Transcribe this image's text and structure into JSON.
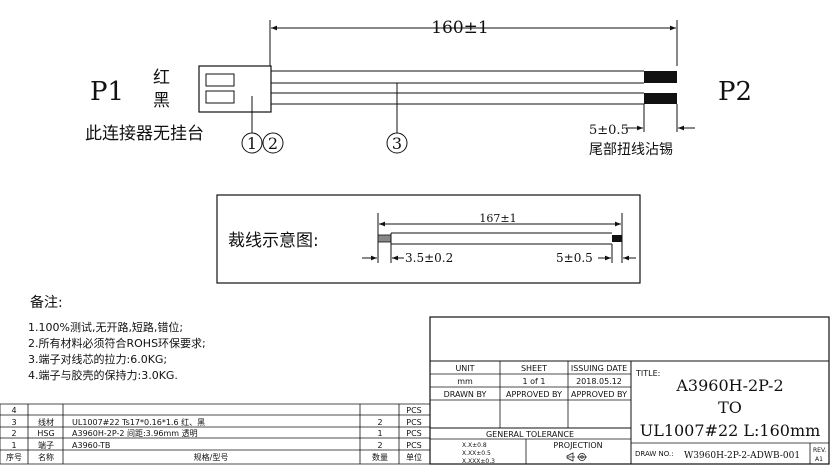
{
  "wire_drawing": {
    "overall_length": "160±1",
    "end_left": "P1",
    "end_right": "P2",
    "color_red": "红",
    "color_black": "黑",
    "connector_note": "此连接器无挂台",
    "balloon_1": "1",
    "balloon_2": "2",
    "balloon_3": "3",
    "strip_length": "5±0.5",
    "strip_note": "尾部扭线沾锡"
  },
  "cut_detail": {
    "label": "裁线示意图:",
    "cut_length": "167±1",
    "left_strip": "3.5±0.2",
    "right_strip": "5±0.5"
  },
  "notes": {
    "heading": "备注:",
    "items": [
      "1.100%测试,无开路,短路,错位;",
      "2.所有材料必须符合ROHS环保要求;",
      "3.端子对线芯的拉力:6.0KG;",
      "4.端子与胶壳的保持力:3.0KG."
    ]
  },
  "bom": {
    "headers": [
      "序号",
      "名称",
      "规格/型号",
      "数量",
      "单位"
    ],
    "rows": [
      [
        "4",
        "",
        "",
        "",
        "PCS"
      ],
      [
        "3",
        "线材",
        "UL1007#22 Ts17*0.16*1.6  红、黑",
        "2",
        "PCS"
      ],
      [
        "2",
        "HSG",
        "A3960H-2P-2 间距:3.96mm 透明",
        "1",
        "PCS"
      ],
      [
        "1",
        "端子",
        "A3960-TB",
        "2",
        "PCS"
      ]
    ]
  },
  "title_block": {
    "unit_label": "UNIT",
    "unit_value": "mm",
    "sheet_label": "SHEET",
    "sheet_value": "1 of 1",
    "issuing_label": "ISSUING DATE",
    "issuing_value": "2018.05.12",
    "drawn_by": "DRAWN BY",
    "approved_by_1": "APPROVED BY",
    "approved_by_2": "APPROVED BY",
    "tolerance_label": "GENERAL TOLERANCE",
    "tolerances": [
      "X.X±0.8",
      "X.XX±0.5",
      "X.XXX±0.3"
    ],
    "projection_label": "PROJECTION",
    "title_label": "TITLE:",
    "title_lines": [
      "A3960H-2P-2",
      "TO",
      "UL1007#22 L:160mm"
    ],
    "draw_no_label": "DRAW NO.:",
    "draw_no": "W3960H-2P-2-ADWB-001",
    "rev_label": "REV.",
    "rev_value": "A1"
  }
}
